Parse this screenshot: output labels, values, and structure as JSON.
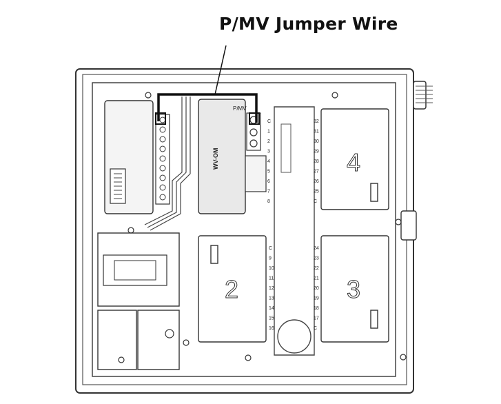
{
  "title": "P/MV Jumper Wire",
  "module_label": "WV-OM",
  "pmv_label": "P/MV",
  "bay_numbers": [
    "2",
    "3",
    "4"
  ],
  "terminal_labels": {
    "center_top": [
      "C",
      "1",
      "2",
      "3",
      "4",
      "5",
      "6",
      "7",
      "8"
    ],
    "center_bottom": [
      "C",
      "9",
      "10",
      "11",
      "12",
      "13",
      "14",
      "15",
      "16"
    ],
    "right_top": [
      "32",
      "31",
      "30",
      "29",
      "28",
      "27",
      "26",
      "25",
      "C"
    ],
    "right_bottom": [
      "24",
      "23",
      "22",
      "21",
      "20",
      "19",
      "18",
      "17",
      "C"
    ]
  },
  "colors": {
    "line": "#333333",
    "jumper": "#111111",
    "fill_light": "#f4f4f4",
    "fill_module": "#e9e9e9"
  }
}
